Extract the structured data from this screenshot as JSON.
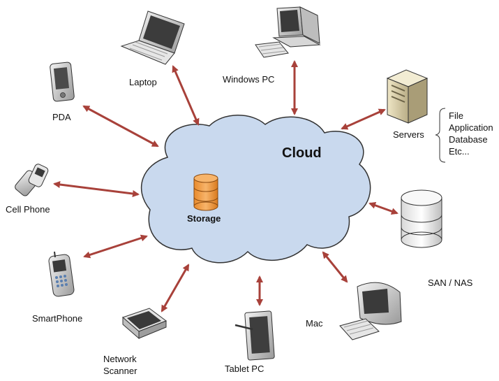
{
  "cloud": {
    "title": "Cloud",
    "storage_label": "Storage"
  },
  "devices": {
    "laptop": "Laptop",
    "windows_pc": "Windows PC",
    "pda": "PDA",
    "servers": "Servers",
    "cell_phone": "Cell Phone",
    "smartphone": "SmartPhone",
    "network_scanner_line1": "Network",
    "network_scanner_line2": "Scanner",
    "tablet_pc": "Tablet PC",
    "mac": "Mac",
    "san_nas": "SAN / NAS"
  },
  "server_roles": [
    "File",
    "Application",
    "Database",
    "Etc..."
  ],
  "colors": {
    "cloud_fill": "#c9d9ee",
    "cloud_stroke": "#333333",
    "arrow": "#a8413a",
    "storage_fill": "#f3a04a",
    "storage_stroke": "#8a4a10"
  },
  "icons": [
    "laptop-icon",
    "desktop-pc-icon",
    "pda-icon",
    "server-icon",
    "cell-phone-icon",
    "smartphone-icon",
    "scanner-icon",
    "tablet-icon",
    "mac-icon",
    "san-disk-icon",
    "storage-icon"
  ]
}
